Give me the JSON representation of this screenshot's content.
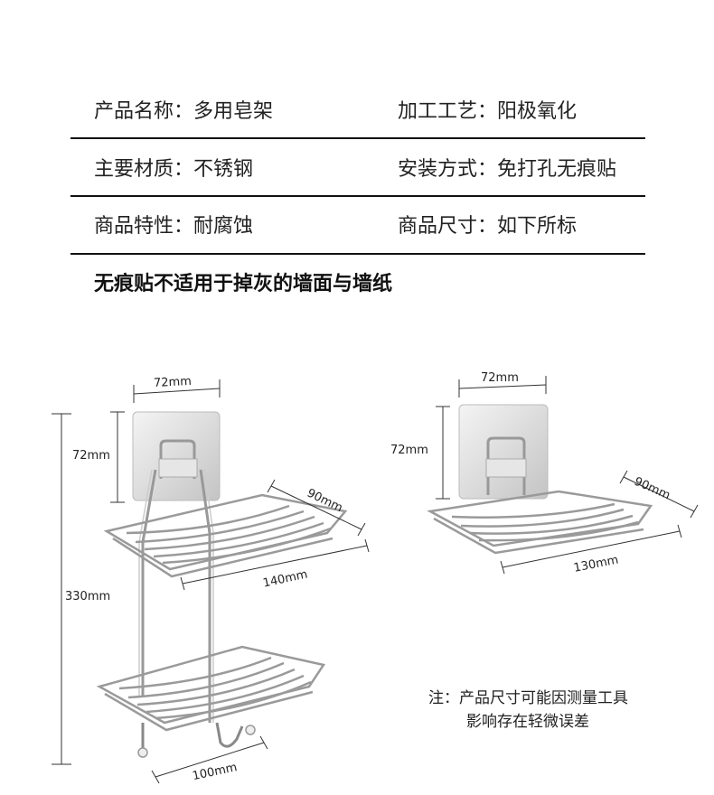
{
  "specs": [
    {
      "left": "产品名称：多用皂架",
      "right": "加工工艺：阳极氧化"
    },
    {
      "left": "主要材质：不锈钢",
      "right": "安装方式：免打孔无痕贴"
    },
    {
      "left": "商品特性：耐腐蚀",
      "right": "商品尺寸：如下所标"
    }
  ],
  "notice": "无痕贴不适用于掉灰的墙面与墙纸",
  "double_rack": {
    "pad_width": "72mm",
    "pad_height": "72mm",
    "total_height": "330mm",
    "tray_depth": "90mm",
    "tray_width": "140mm",
    "bottom_width": "100mm"
  },
  "single_rack": {
    "pad_width": "72mm",
    "pad_height": "72mm",
    "tray_depth": "90mm",
    "tray_width": "130mm"
  },
  "note": {
    "line1": "注：产品尺寸可能因测量工具",
    "line2": "影响存在轻微误差"
  }
}
